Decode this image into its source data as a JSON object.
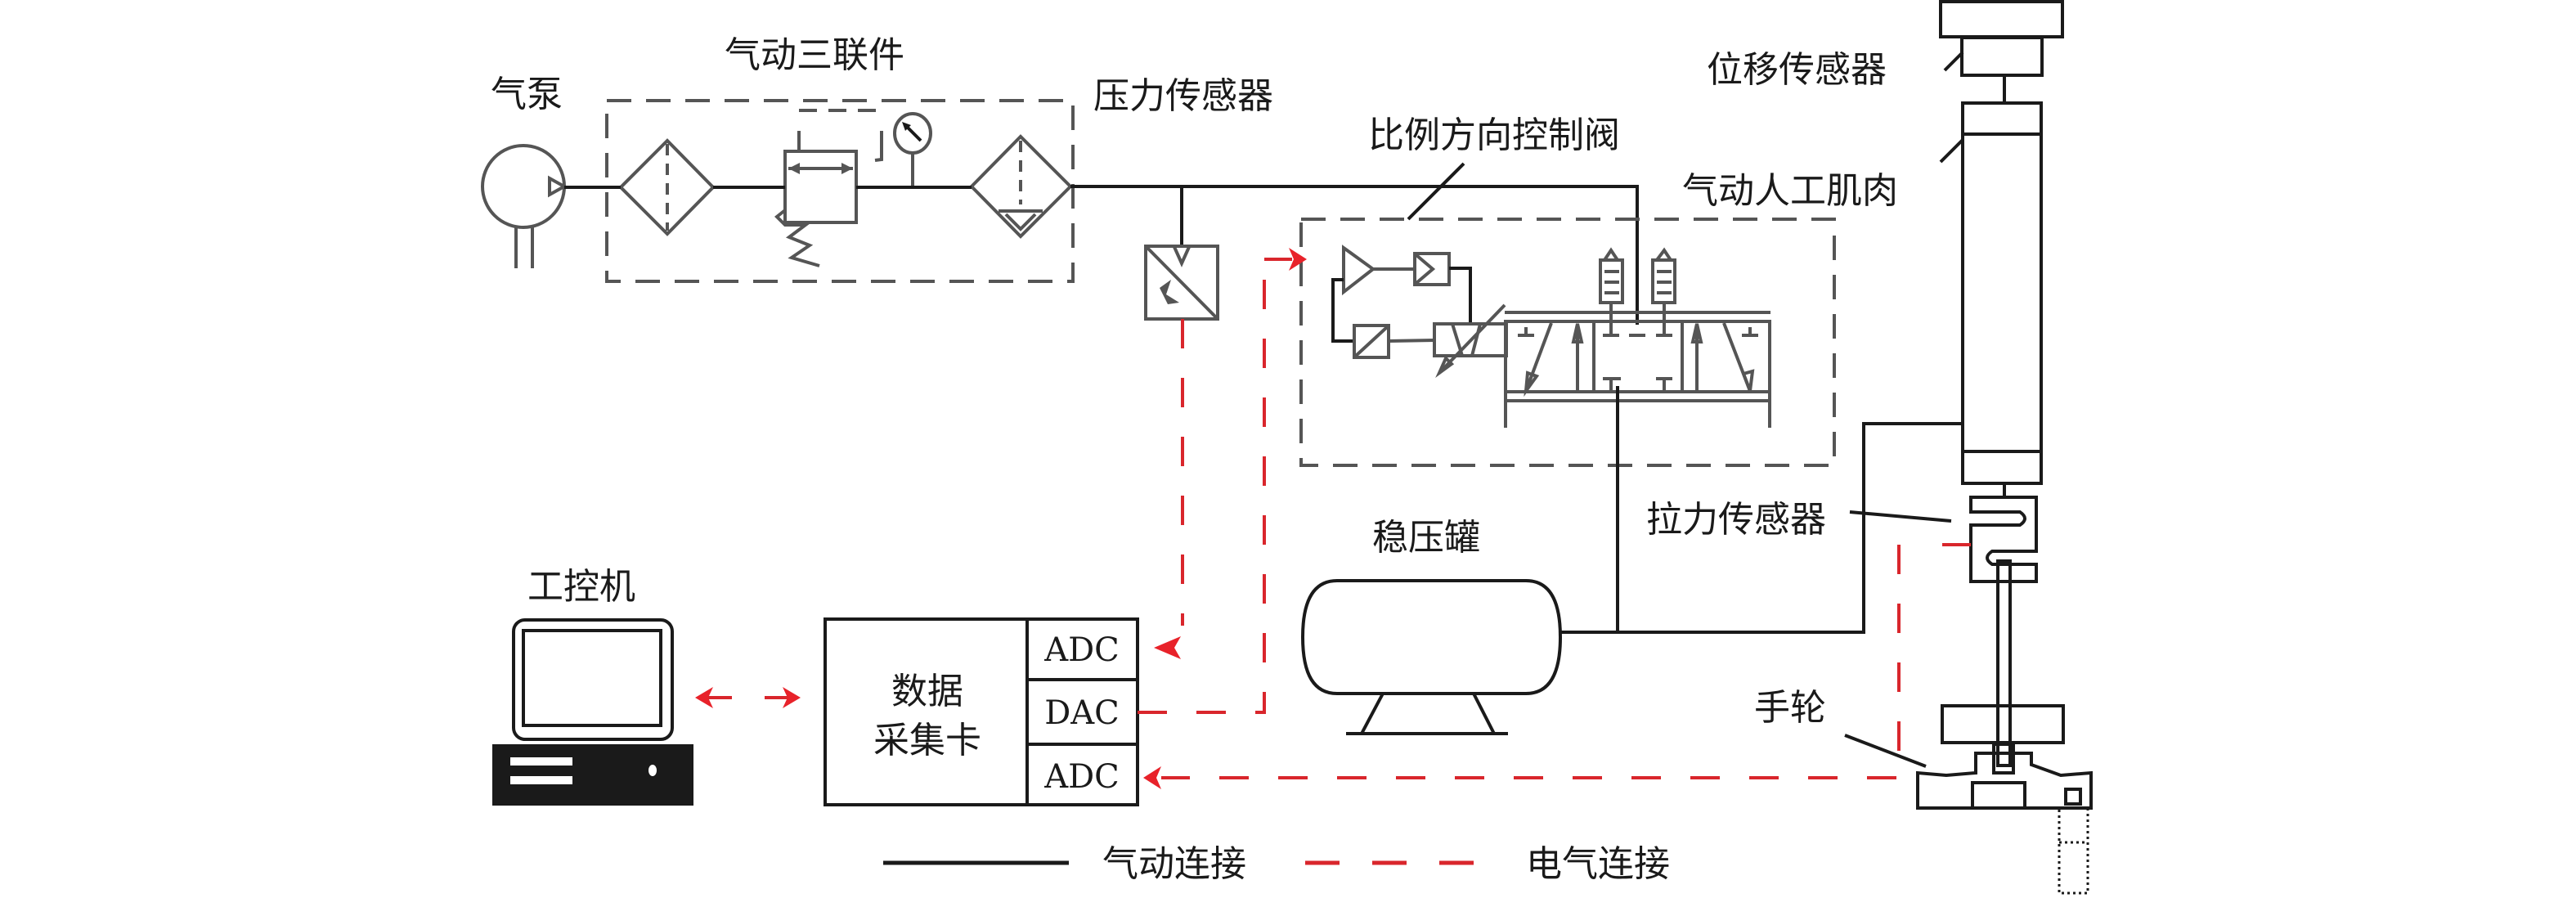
{
  "labels": {
    "pump": "气泵",
    "frl_unit": "气动三联件",
    "pressure_sensor": "压力传感器",
    "proportional_valve": "比例方向控制阀",
    "displacement_sensor": "位移传感器",
    "pneumatic_muscle": "气动人工肌肉",
    "tension_sensor": "拉力传感器",
    "surge_tank": "稳压罐",
    "handwheel": "手轮",
    "industrial_pc": "工控机",
    "daq_line1": "数据",
    "daq_line2": "采集卡"
  },
  "daq_ports": [
    "ADC",
    "DAC",
    "ADC"
  ],
  "legend": {
    "pneumatic": "气动连接",
    "electrical": "电气连接"
  },
  "colors": {
    "pneumatic_line": "#1a1a1a",
    "electrical_line": "#d9262c",
    "component_stroke": "#555555"
  }
}
